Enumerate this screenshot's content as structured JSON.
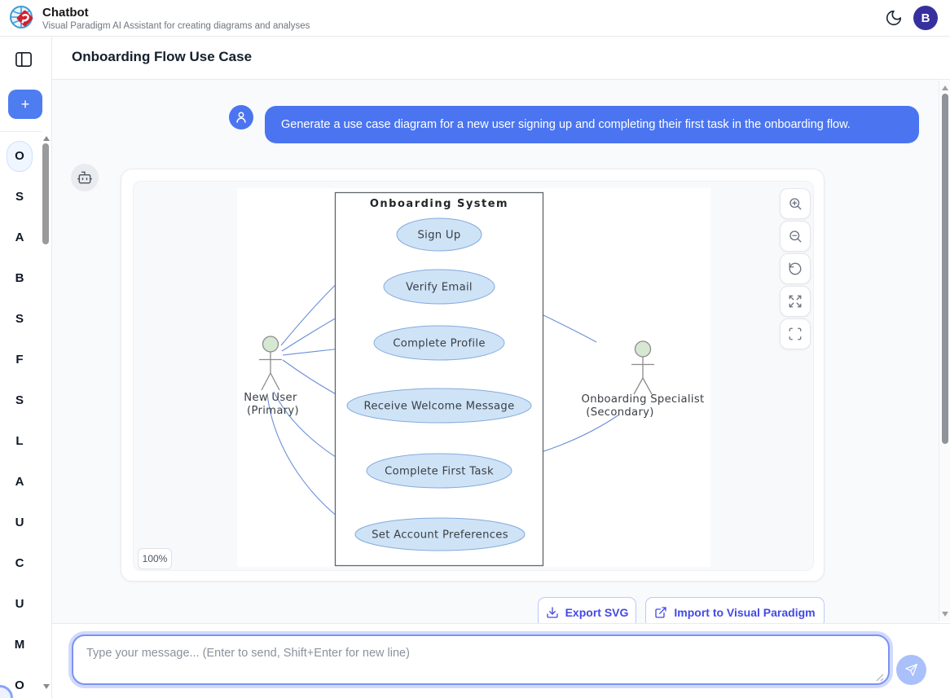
{
  "header": {
    "app_title": "Chatbot",
    "subtitle": "Visual Paradigm AI Assistant for creating diagrams and analyses",
    "avatar_initial": "B"
  },
  "page": {
    "title": "Onboarding Flow Use Case"
  },
  "sidebar": {
    "new_chat_label": "+",
    "items": [
      {
        "label": "O",
        "active": true
      },
      {
        "label": "S",
        "active": false
      },
      {
        "label": "A",
        "active": false
      },
      {
        "label": "B",
        "active": false
      },
      {
        "label": "S",
        "active": false
      },
      {
        "label": "F",
        "active": false
      },
      {
        "label": "S",
        "active": false
      },
      {
        "label": "L",
        "active": false
      },
      {
        "label": "A",
        "active": false
      },
      {
        "label": "U",
        "active": false
      },
      {
        "label": "C",
        "active": false
      },
      {
        "label": "U",
        "active": false
      },
      {
        "label": "M",
        "active": false
      },
      {
        "label": "O",
        "active": false
      }
    ]
  },
  "chat": {
    "user_message": "Generate a use case diagram for a new user signing up and completing their first task in the onboarding flow.",
    "zoom_level": "100%",
    "actions": {
      "export": "Export SVG",
      "import": "Import to Visual Paradigm"
    }
  },
  "composer": {
    "placeholder": "Type your message... (Enter to send, Shift+Enter for new line)"
  },
  "diagram": {
    "system_title": "Onboarding System",
    "use_cases": [
      "Sign Up",
      "Verify Email",
      "Complete Profile",
      "Receive Welcome Message",
      "Complete First Task",
      "Set Account Preferences"
    ],
    "actors": [
      {
        "name": "New User",
        "role": "(Primary)"
      },
      {
        "name": "Onboarding Specialist",
        "role": "(Secondary)"
      }
    ],
    "colors": {
      "use_case_fill": "#cfe3f7",
      "use_case_stroke": "#84abdc",
      "connector": "#6b8ed6",
      "actor_head_fill": "#d6e8d2",
      "accent_blue": "#4b75f0"
    }
  },
  "icons": {
    "theme_toggle": "moon-icon",
    "user": "person-icon",
    "assistant": "robot-icon",
    "controls": [
      "zoom-in-icon",
      "zoom-out-icon",
      "reset-icon",
      "expand-icon",
      "fullscreen-icon"
    ],
    "export": "download-icon",
    "import": "external-link-icon",
    "send": "paper-plane-icon"
  }
}
